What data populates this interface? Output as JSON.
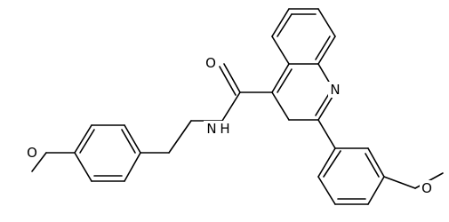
{
  "labels": {
    "o_carbonyl": "O",
    "n_amide": "N",
    "h_amide": "H",
    "n_quinoline": "N",
    "o_methoxy_left": "O",
    "o_methoxy_right": "O"
  }
}
